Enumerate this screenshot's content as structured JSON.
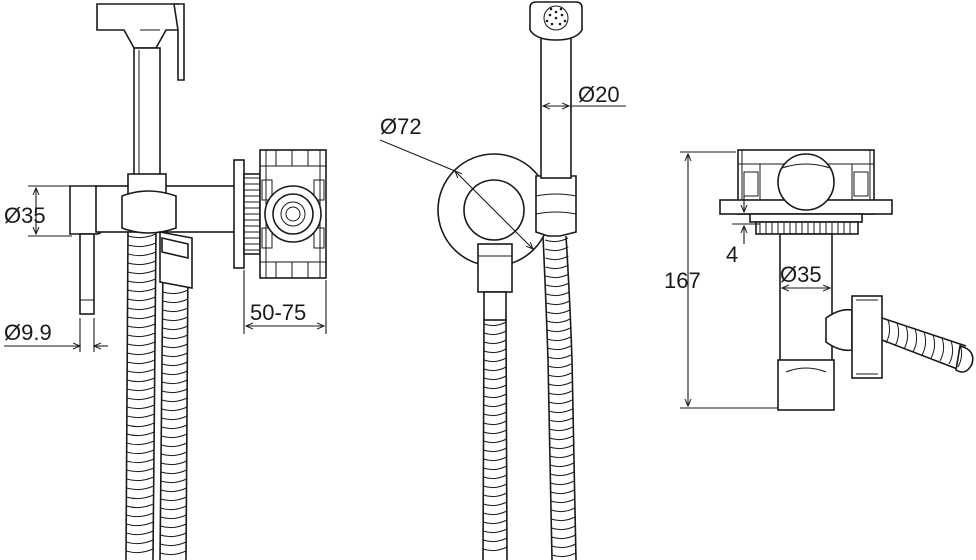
{
  "dimensions": {
    "d_handle_body": "Ø35",
    "d_valve_stem": "Ø9.9",
    "wall_depth": "50-75",
    "d_wall_plate": "Ø72",
    "d_spray_head": "Ø20",
    "total_height": "167",
    "plate_gap": "4",
    "d_outlet_body": "Ø35"
  },
  "colors": {
    "line": "#1a1a1a",
    "background": "#ffffff"
  }
}
